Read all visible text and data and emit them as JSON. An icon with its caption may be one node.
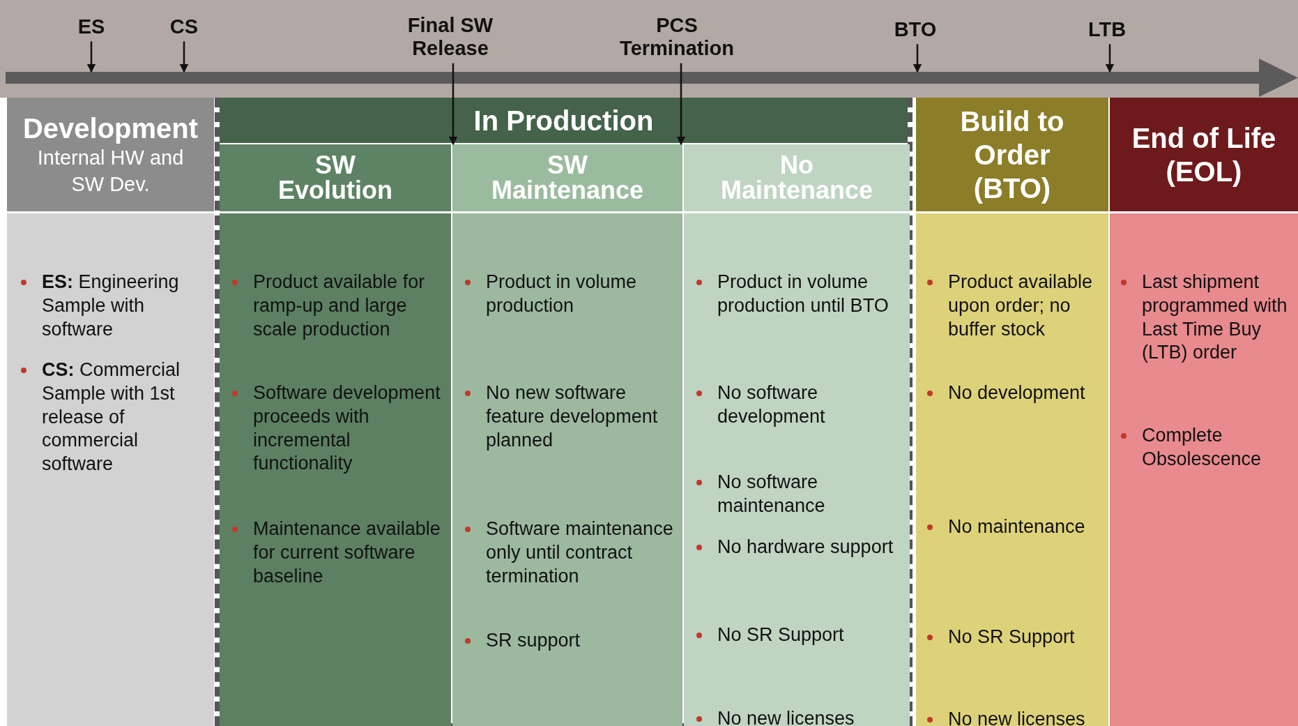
{
  "diagram": {
    "nodes": [
      {
        "text": [
          "ES"
        ]
      },
      {
        "text": [
          "CS"
        ]
      },
      {
        "text": [
          "Final SW Release"
        ]
      },
      {
        "text": [
          "PCS Termination"
        ]
      },
      {
        "text": [
          "BTO"
        ]
      },
      {
        "text": [
          "LTB"
        ]
      },
      {
        "text": [
          "Development",
          "Internal HW and SW Dev.",
          "**ES:** Engineering Sample with software",
          "**CS:** Commercial Sample with 1st release of commercial software"
        ]
      },
      {
        "text": [
          "In Production"
        ]
      },
      {
        "text": [
          "SW Evolution",
          "Product available for ramp-up and large scale production",
          "Software development proceeds with incremental functionality",
          "Maintenance available for current software baseline"
        ],
        "in": 7
      },
      {
        "text": [
          "SW Maintenance",
          "Product in volume production",
          "No new software feature development planned",
          "Software maintenance only until contract termination",
          "SR support"
        ],
        "in": 7
      },
      {
        "text": [
          "No Maintenance",
          "Product in volume production until BTO",
          "No software development",
          "No software maintenance",
          "No hardware support",
          "No SR Support",
          "No new licenses"
        ],
        "in": 7
      },
      {
        "text": [
          "Build to Order (BTO)",
          "Product available upon order; no buffer stock",
          "No development",
          "No maintenance",
          "No SR Support",
          "No new licenses"
        ]
      },
      {
        "text": [
          "End of Life (EOL)",
          "Last shipment programmed with Last Time Buy (LTB) order",
          "Complete Obsolescence"
        ]
      },
      {
        "text": [],
        "shape": "arrow"
      }
    ],
    "edges": [
      {
        "from": 0,
        "to": 13,
        "arrow": "to"
      },
      {
        "from": 1,
        "to": 13,
        "arrow": "to"
      },
      {
        "from": 2,
        "to": 9,
        "arrow": "to"
      },
      {
        "from": 3,
        "to": 9,
        "arrow": "to"
      },
      {
        "from": 4,
        "to": 13,
        "arrow": "to"
      },
      {
        "from": 5,
        "to": 13,
        "arrow": "to"
      }
    ]
  }
}
